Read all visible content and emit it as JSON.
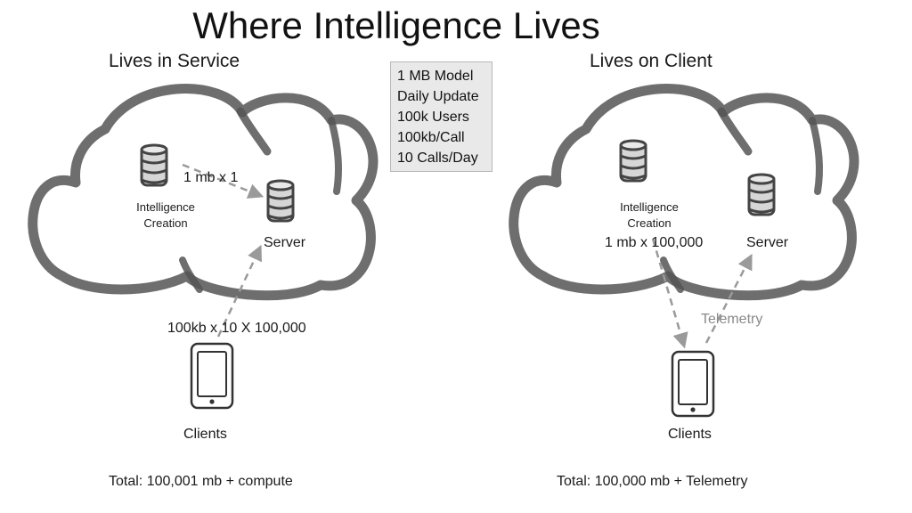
{
  "title": "Where Intelligence Lives",
  "left": {
    "heading": "Lives in Service",
    "arrow_label_top": "1 mb x 1",
    "creation_label": [
      "Intelligence",
      "Creation"
    ],
    "server_label": "Server",
    "arrow_label_clients": "100kb x 10 X 100,000",
    "clients_label": "Clients",
    "total": "Total: 100,001 mb + compute"
  },
  "info_box": {
    "lines": [
      "1 MB Model",
      "Daily Update",
      "100k Users",
      "100kb/Call",
      "10 Calls/Day"
    ]
  },
  "right": {
    "heading": "Lives on Client",
    "creation_label": [
      "Intelligence",
      "Creation"
    ],
    "arrow_label": "1 mb x 100,000",
    "server_label": "Server",
    "telemetry_label": "Telemetry",
    "clients_label": "Clients",
    "total": "Total: 100,000 mb + Telemetry"
  },
  "colors": {
    "cloud_stroke": "#555555",
    "arrow": "#9a9a9a",
    "telemetry_text": "#8a8a8a",
    "box_fill": "#e9e9e9"
  },
  "icons": [
    "cloud-icon",
    "database-icon",
    "phone-icon",
    "dashed-arrow-icon"
  ]
}
